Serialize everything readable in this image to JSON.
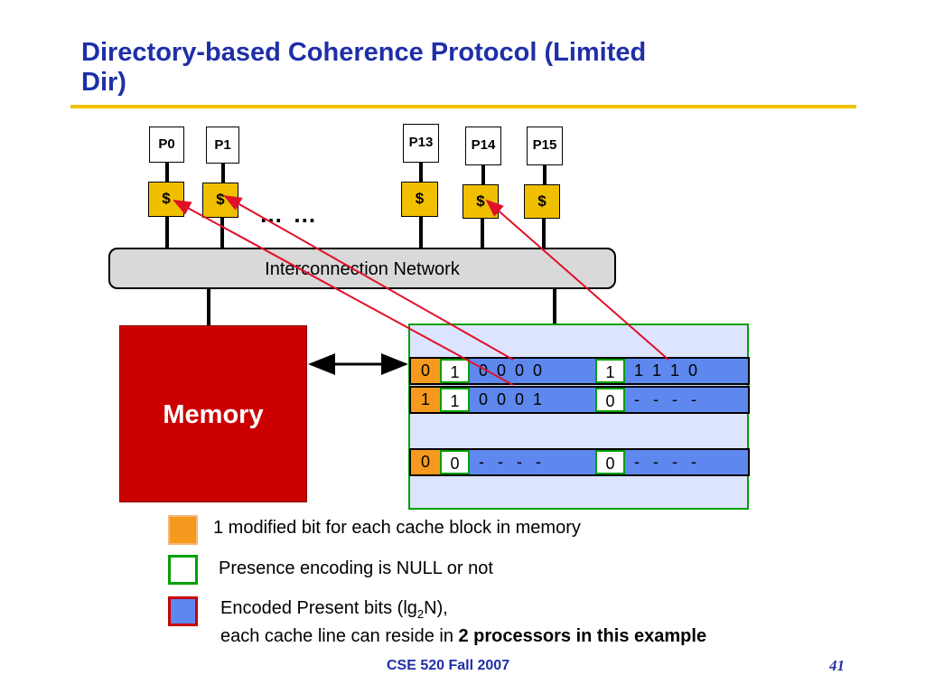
{
  "slide": {
    "title_line1": "Directory-based Coherence Protocol (Limited",
    "title_line2": "Dir)",
    "footer": "CSE 520 Fall 2007",
    "page_number": "41"
  },
  "processors": [
    {
      "label": "P0",
      "cache_label": "$"
    },
    {
      "label": "P1",
      "cache_label": "$"
    },
    {
      "label": "P13",
      "cache_label": "$"
    },
    {
      "label": "P14",
      "cache_label": "$"
    },
    {
      "label": "P15",
      "cache_label": "$"
    }
  ],
  "ellipsis": "… …",
  "network_label": "Interconnection Network",
  "memory_label": "Memory",
  "directory_rows": [
    {
      "modified": "0",
      "presence1": "1",
      "bits1": "0  0  0  0",
      "presence2": "1",
      "bits2": "1  1  1  0"
    },
    {
      "modified": "1",
      "presence1": "1",
      "bits1": "0  0  0  1",
      "presence2": "0",
      "bits2": "-   -   -   -"
    },
    {
      "modified": "0",
      "presence1": "0",
      "bits1": "-   -   -   -",
      "presence2": "0",
      "bits2": "-   -   -   -"
    }
  ],
  "legend": {
    "modified_text": "1 modified bit for each cache block in memory",
    "presence_text": "Presence encoding is NULL or not",
    "encoded_line1_prefix": "Encoded Present bits (lg",
    "encoded_line1_sub": "2",
    "encoded_line1_suffix": "N),",
    "encoded_line2_prefix": "each cache line can reside in ",
    "encoded_line2_bold": "2 processors in this example"
  },
  "colors": {
    "title": "#1f2fa8",
    "rule": "#f0c000",
    "cache": "#f0c000",
    "memory": "#cc0000",
    "modified_bit": "#f59a1f",
    "presence_border": "#00a000",
    "encoded_bits": "#5e88ee",
    "arrow": "#e0102a"
  }
}
